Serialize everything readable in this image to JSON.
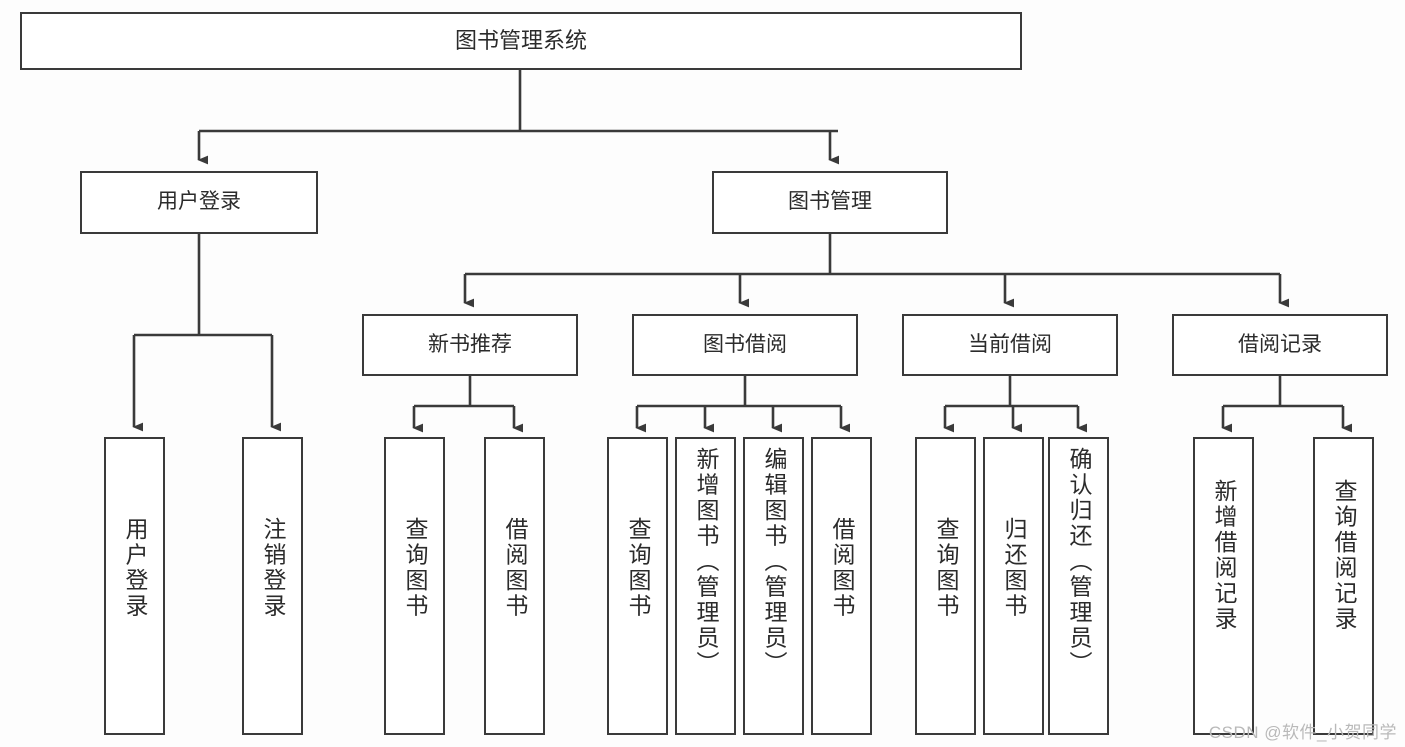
{
  "diagram": {
    "type": "tree-hierarchy",
    "title": "图书管理系统",
    "watermark": "CSDN @软件_小贺同学",
    "colors": {
      "stroke": "#3a3a3a",
      "box_fill": "#ffffff",
      "text": "#2b2b2b",
      "background": "#fdfdfd",
      "watermark": "#b9b9b9"
    },
    "levels": {
      "level1": [
        "图书管理系统"
      ],
      "level2": [
        "用户登录",
        "图书管理"
      ],
      "level3": [
        "新书推荐",
        "图书借阅",
        "当前借阅",
        "借阅记录"
      ],
      "level4": [
        "用户登录",
        "注销登录",
        "查询图书",
        "借阅图书",
        "查询图书",
        "新增图书（管理员）",
        "编辑图书（管理员）",
        "借阅图书",
        "查询图书",
        "归还图书",
        "确认归还（管理员）",
        "新增借阅记录",
        "查询借阅记录"
      ]
    },
    "nodes": {
      "root": {
        "label": "图书管理系统"
      },
      "user_login": {
        "label": "用户登录"
      },
      "book_mgmt": {
        "label": "图书管理"
      },
      "new_book_rec": {
        "label": "新书推荐"
      },
      "book_borrow": {
        "label": "图书借阅"
      },
      "current_borrow": {
        "label": "当前借阅"
      },
      "borrow_record": {
        "label": "借阅记录"
      },
      "leaf_user_login": {
        "label": "用户登录"
      },
      "leaf_logout": {
        "label": "注销登录"
      },
      "leaf_query_book_1": {
        "label": "查询图书"
      },
      "leaf_borrow_book_1": {
        "label": "借阅图书"
      },
      "leaf_query_book_2": {
        "label": "查询图书"
      },
      "leaf_add_book_admin": {
        "label": "新增图书（管理员）"
      },
      "leaf_edit_book_admin": {
        "label": "编辑图书（管理员）"
      },
      "leaf_borrow_book_2": {
        "label": "借阅图书"
      },
      "leaf_query_book_3": {
        "label": "查询图书"
      },
      "leaf_return_book": {
        "label": "归还图书"
      },
      "leaf_confirm_return_admin": {
        "label": "确认归还（管理员）"
      },
      "leaf_add_borrow_record": {
        "label": "新增借阅记录"
      },
      "leaf_query_borrow_record": {
        "label": "查询借阅记录"
      }
    },
    "edges": [
      {
        "from": "root",
        "to": "user_login"
      },
      {
        "from": "root",
        "to": "book_mgmt"
      },
      {
        "from": "user_login",
        "to": "leaf_user_login"
      },
      {
        "from": "user_login",
        "to": "leaf_logout"
      },
      {
        "from": "book_mgmt",
        "to": "new_book_rec"
      },
      {
        "from": "book_mgmt",
        "to": "book_borrow"
      },
      {
        "from": "book_mgmt",
        "to": "current_borrow"
      },
      {
        "from": "book_mgmt",
        "to": "borrow_record"
      },
      {
        "from": "new_book_rec",
        "to": "leaf_query_book_1"
      },
      {
        "from": "new_book_rec",
        "to": "leaf_borrow_book_1"
      },
      {
        "from": "book_borrow",
        "to": "leaf_query_book_2"
      },
      {
        "from": "book_borrow",
        "to": "leaf_add_book_admin"
      },
      {
        "from": "book_borrow",
        "to": "leaf_edit_book_admin"
      },
      {
        "from": "book_borrow",
        "to": "leaf_borrow_book_2"
      },
      {
        "from": "current_borrow",
        "to": "leaf_query_book_3"
      },
      {
        "from": "current_borrow",
        "to": "leaf_return_book"
      },
      {
        "from": "current_borrow",
        "to": "leaf_confirm_return_admin"
      },
      {
        "from": "borrow_record",
        "to": "leaf_add_borrow_record"
      },
      {
        "from": "borrow_record",
        "to": "leaf_query_borrow_record"
      }
    ]
  }
}
